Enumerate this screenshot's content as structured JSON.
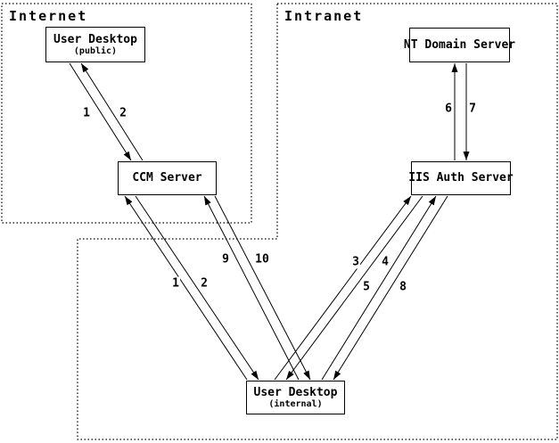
{
  "diagram": {
    "regions": {
      "internet": {
        "label": "Internet"
      },
      "intranet": {
        "label": "Intranet"
      }
    },
    "nodes": {
      "user_desktop_public": {
        "title": "User Desktop",
        "subtitle": "(public)"
      },
      "ccm_server": {
        "title": "CCM Server",
        "subtitle": ""
      },
      "nt_domain_server": {
        "title": "NT Domain Server",
        "subtitle": ""
      },
      "iis_auth_server": {
        "title": "IIS Auth Server",
        "subtitle": ""
      },
      "user_desktop_internal": {
        "title": "User Desktop",
        "subtitle": "(internal)"
      }
    },
    "flow_labels": {
      "public_desktop_ccm": [
        "1",
        "2"
      ],
      "ccm_internal_desktop": [
        "1",
        "2"
      ],
      "ccm_internal_desktop_b": [
        "9",
        "10"
      ],
      "iis_internal_desktop_a": [
        "3",
        "4"
      ],
      "iis_internal_desktop_b": [
        "5",
        "8"
      ],
      "nt_iis": [
        "6",
        "7"
      ]
    },
    "colors": {
      "line": "#000000",
      "background": "#ffffff"
    }
  }
}
